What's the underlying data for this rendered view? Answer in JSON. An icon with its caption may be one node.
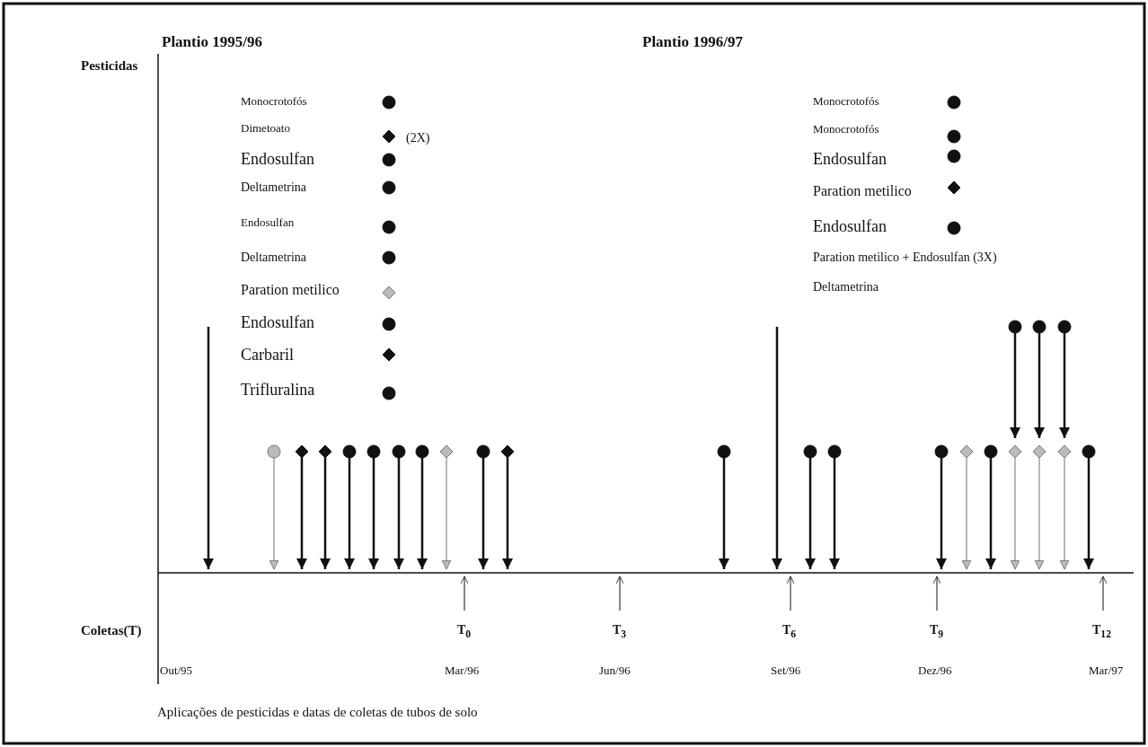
{
  "diagram": {
    "caption": "Aplicações de pesticidas e datas de coletas de tubos de solo",
    "labels": [
      "Plantio 1995/96",
      "Plantio 1996/97",
      "Pesticidas",
      "Monocrotofós",
      "Dimetoato",
      "(2X)",
      "Endosulfan",
      "Deltametrina",
      "Endosulfan",
      "Deltametrina",
      "Paration metilico",
      "Endosulfan",
      "Carbaril",
      "Trifluralina",
      "Monocrotofós",
      "Monocrotofós",
      "Endosulfan",
      "Paration metilico",
      "Endosulfan",
      "Paration metilico + Endosulfan (3X)",
      "Deltametrina",
      "Coletas(T)",
      "T$_{0}$",
      "T$_{3}$",
      "T$_{6}$",
      "T$_{9}$",
      "T$_{12}$",
      "Out/95",
      "Mar/96",
      "Jun/96",
      "Set/96",
      "Dez/96",
      "Mar/97"
    ]
  }
}
